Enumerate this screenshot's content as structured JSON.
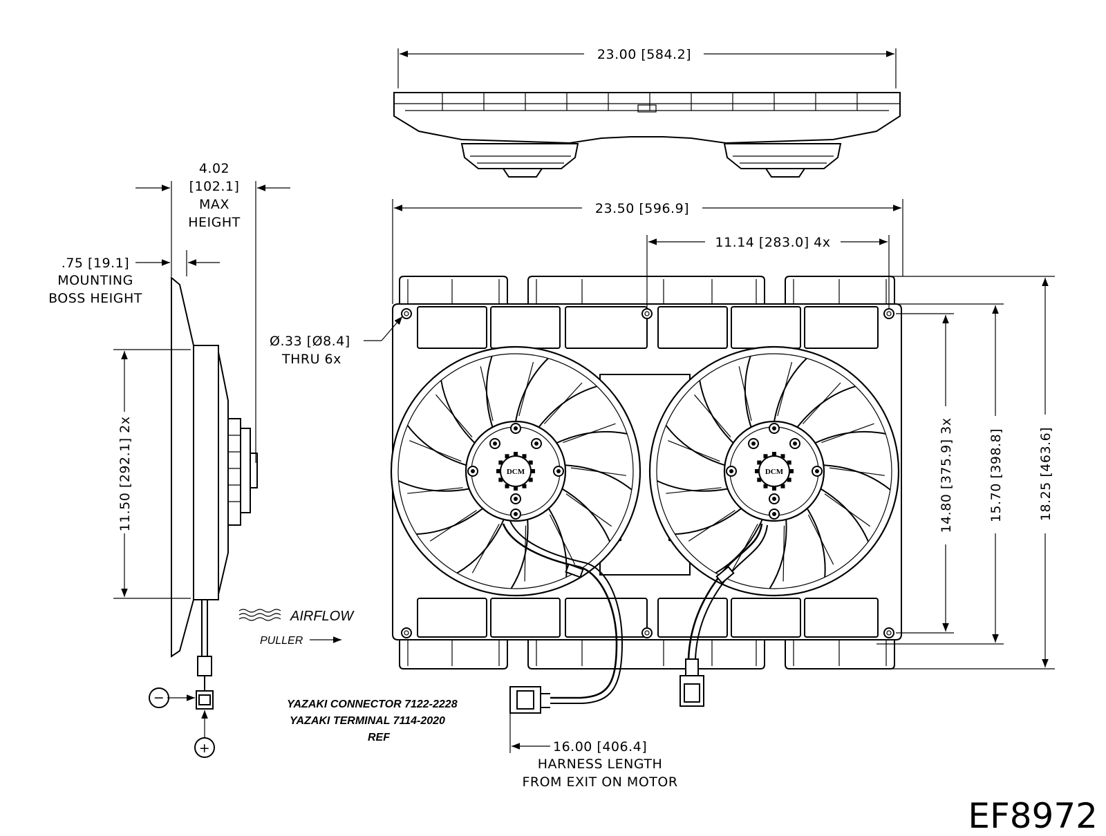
{
  "top_view": {
    "width_dim": "23.00 [584.2]"
  },
  "front_view": {
    "overall_width_dim": "23.50 [596.9]",
    "hole_spacing_dim": "11.14 [283.0]  4x",
    "hole_dia_dim_1": "Ø.33 [Ø8.4]",
    "hole_dia_dim_2": "THRU 6x",
    "height_dim_1": "14.80 [375.9]  3x",
    "height_dim_2": "15.70 [398.8]",
    "height_dim_3": "18.25 [463.6]",
    "fan_logo": "DCM"
  },
  "side_view": {
    "max_height_line1": "4.02",
    "max_height_line2": "[102.1]",
    "max_height_line3": "MAX",
    "max_height_line4": "HEIGHT",
    "boss_line1": ".75 [19.1]",
    "boss_line2": "MOUNTING",
    "boss_line3": "BOSS HEIGHT",
    "shroud_dim": "11.50 [292.1]  2x",
    "airflow_label": "AIRFLOW",
    "puller_label": "PULLER",
    "neg_symbol": "−",
    "pos_symbol": "+"
  },
  "connector": {
    "line1": "YAZAKI CONNECTOR 7122-2228",
    "line2": "YAZAKI TERMINAL 7114-2020",
    "line3": "REF"
  },
  "harness": {
    "line1": "16.00 [406.4]",
    "line2": "HARNESS LENGTH",
    "line3": "FROM EXIT ON MOTOR"
  },
  "part_number": "EF8972"
}
